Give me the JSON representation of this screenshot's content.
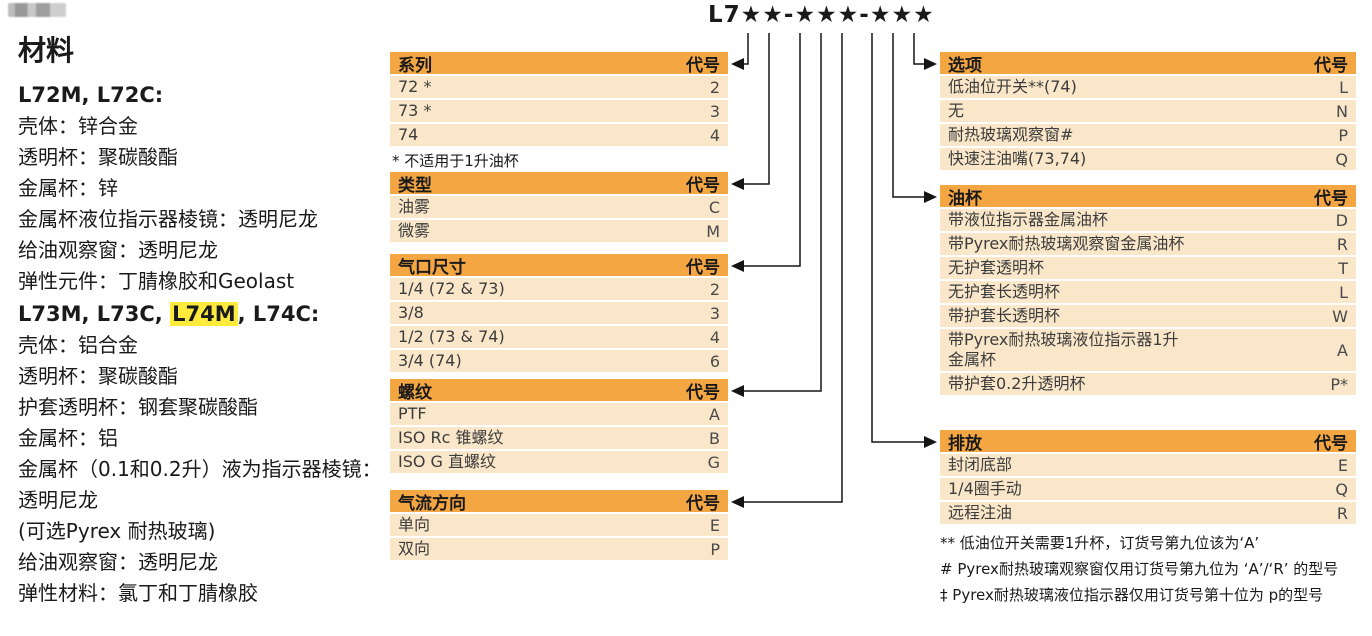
{
  "header": {
    "model_code": "L7★★-★★★-★★★"
  },
  "labels": {
    "code_header": "代号"
  },
  "materials": {
    "title": "材料",
    "group1": {
      "heading": "L72M, L72C:",
      "lines": [
        "壳体：锌合金",
        "透明杯：聚碳酸酯",
        "金属杯：锌",
        "金属杯液位指示器棱镜：透明尼龙",
        "给油观察窗：透明尼龙",
        "弹性元件：丁腈橡胶和Geolast"
      ]
    },
    "group2": {
      "heading_pre": "L73M, L73C, ",
      "heading_highlight": "L74M",
      "heading_post": ", L74C:",
      "lines": [
        "壳体：铝合金",
        "透明杯：聚碳酸酯",
        "护套透明杯：钢套聚碳酸酯",
        "金属杯：铝",
        "金属杯（0.1和0.2升）液为指示器棱镜：透明尼龙",
        "(可选Pyrex 耐热玻璃)",
        "给油观察窗：透明尼龙",
        "弹性材料：氯丁和丁腈橡胶"
      ]
    }
  },
  "tables": {
    "series": {
      "title": "系列",
      "rows": [
        {
          "label": "72 *",
          "code": "2"
        },
        {
          "label": "73 *",
          "code": "3"
        },
        {
          "label": "74",
          "code": "4"
        }
      ],
      "footnote": "* 不适用于1升油杯"
    },
    "type": {
      "title": "类型",
      "rows": [
        {
          "label": "油雾",
          "code": "C"
        },
        {
          "label": "微雾",
          "code": "M"
        }
      ]
    },
    "port_size": {
      "title": "气口尺寸",
      "rows": [
        {
          "label": "1/4 (72 & 73)",
          "code": "2"
        },
        {
          "label": "3/8",
          "code": "3"
        },
        {
          "label": "1/2 (73 & 74)",
          "code": "4"
        },
        {
          "label": "3/4 (74)",
          "code": "6"
        }
      ]
    },
    "thread": {
      "title": "螺纹",
      "rows": [
        {
          "label": "PTF",
          "code": "A"
        },
        {
          "label": "ISO Rc 锥螺纹",
          "code": "B"
        },
        {
          "label": "ISO G 直螺纹",
          "code": "G"
        }
      ]
    },
    "flow_direction": {
      "title": "气流方向",
      "rows": [
        {
          "label": "单向",
          "code": "E"
        },
        {
          "label": "双向",
          "code": "P"
        }
      ]
    },
    "options": {
      "title": "选项",
      "rows": [
        {
          "label": "低油位开关**(74)",
          "code": "L"
        },
        {
          "label": "无",
          "code": "N"
        },
        {
          "label": "耐热玻璃观察窗#",
          "code": "P"
        },
        {
          "label": "快速注油嘴(73,74)",
          "code": "Q"
        }
      ]
    },
    "bowl": {
      "title": "油杯",
      "rows": [
        {
          "label": "带液位指示器金属油杯",
          "code": "D"
        },
        {
          "label": "带Pyrex耐热玻璃观察窗金属油杯",
          "code": "R"
        },
        {
          "label": "无护套透明杯",
          "code": "T"
        },
        {
          "label": "无护套长透明杯",
          "code": "L"
        },
        {
          "label": "带护套长透明杯",
          "code": "W"
        },
        {
          "label": "带Pyrex耐热玻璃液位指示器1升\n金属杯",
          "code": "A"
        },
        {
          "label": "带护套0.2升透明杯",
          "code": "P*"
        }
      ]
    },
    "drain": {
      "title": "排放",
      "rows": [
        {
          "label": "封闭底部",
          "code": "E"
        },
        {
          "label": "1/4圈手动",
          "code": "Q"
        },
        {
          "label": "远程注油",
          "code": "R"
        }
      ]
    }
  },
  "footnotes": [
    "** 低油位开关需要1升杯，订货号第九位该为‘A’",
    "# Pyrex耐热玻璃观察窗仅用订货号第九位为 ‘A’/‘R’ 的型号",
    "‡ Pyrex耐热玻璃液位指示器仅用订货号第十位为 p的型号"
  ],
  "colors": {
    "header_bg": "#F3A642",
    "row_bg": "#FAE7CA",
    "highlight": "#FFEB3B"
  }
}
